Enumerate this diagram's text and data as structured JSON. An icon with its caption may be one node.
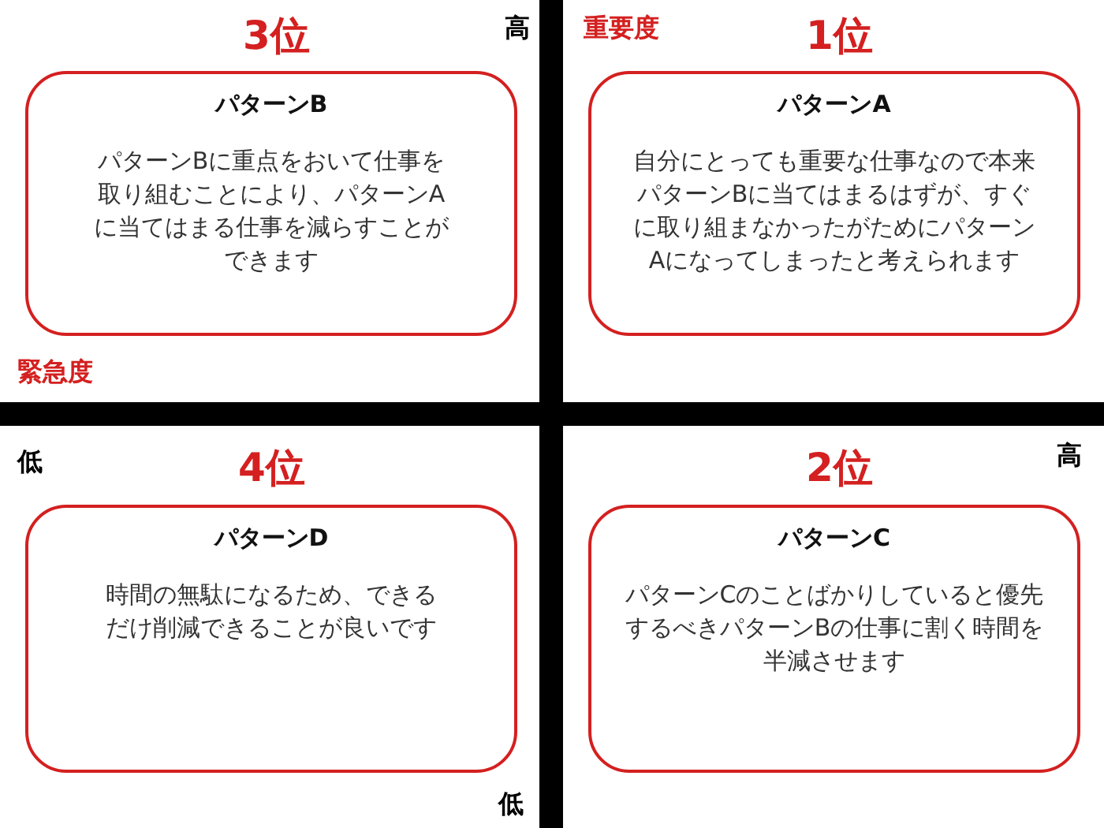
{
  "diagram": {
    "nodes": [
      {
        "text": [
          "パターンB",
          "パターンBに重点をおいて仕事を取り組むことにより、パターンAに当てはまる仕事を減らすことができます"
        ],
        "beside": [
          "3位"
        ]
      },
      {
        "text": [
          "パターンA",
          "自分にとっても重要な仕事なので本来パターンBに当てはまるはずが、すぐに取り組まなかったがためにパターンAになってしまったと考えられます"
        ],
        "beside": [
          "1位"
        ]
      },
      {
        "text": [
          "パターンD",
          "時間の無駄になるため、できるだけ削減できることが良いです"
        ],
        "beside": [
          "4位"
        ]
      },
      {
        "text": [
          "パターンC",
          "パターンCのことばかりしていると優先するべきパターンBの仕事に割く時間を半減させます"
        ],
        "beside": [
          "2位"
        ]
      }
    ],
    "labels": [
      "高",
      "重要度",
      "緊急度",
      "低",
      "高",
      "低"
    ]
  }
}
